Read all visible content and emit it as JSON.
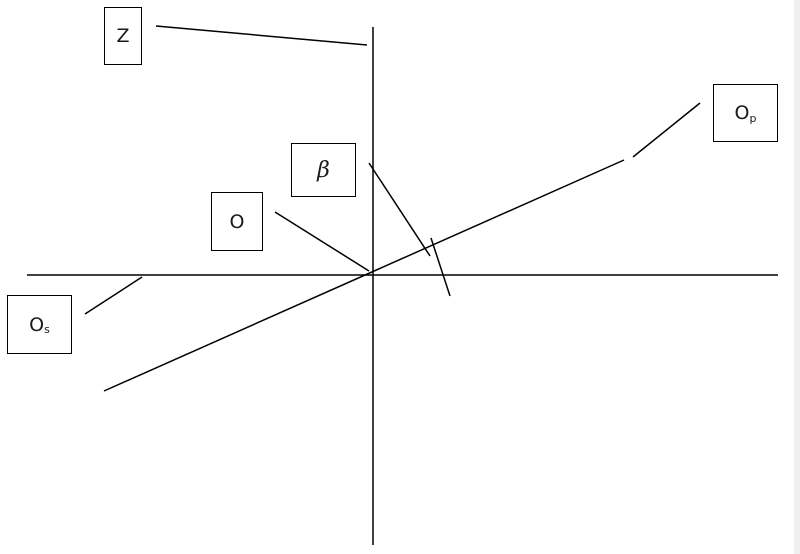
{
  "labels": {
    "z": "Z",
    "origin": "O",
    "beta": "β",
    "o_s": {
      "main": "O",
      "sub": "s"
    },
    "o_p": {
      "main": "O",
      "sub": "p"
    }
  },
  "colors": {
    "line": "#000000",
    "box_border": "#000000",
    "background": "#ffffff"
  }
}
